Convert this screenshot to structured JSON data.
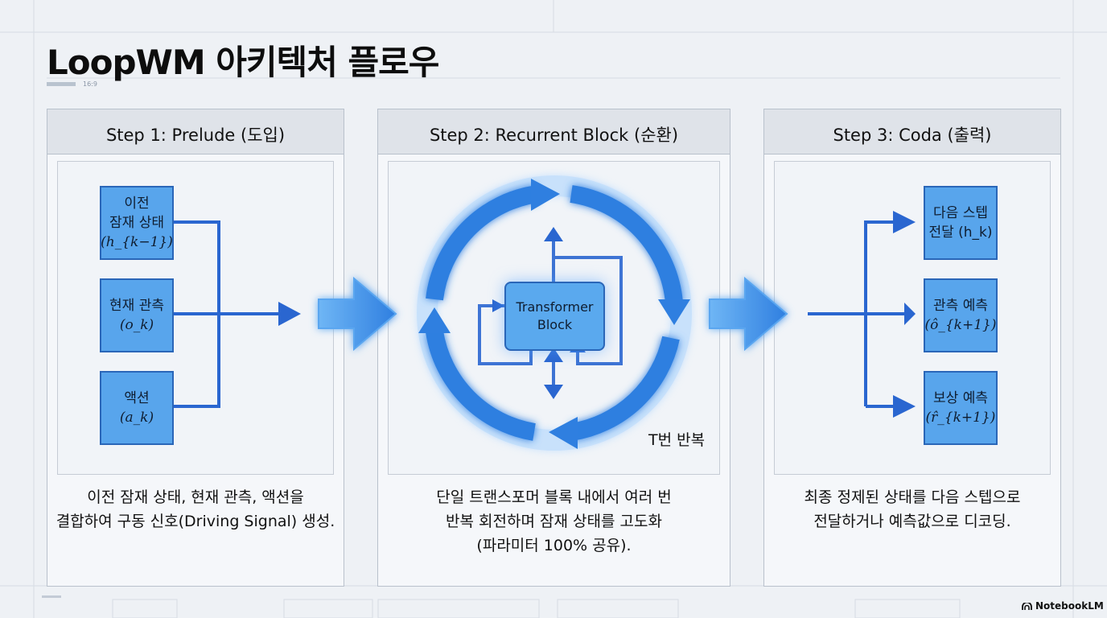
{
  "title": "LoopWM 아키텍처 플로우",
  "ratio_label": "16:9",
  "steps": [
    {
      "title": "Step 1: Prelude (도입)",
      "inputs": [
        {
          "lines": [
            "이전",
            "잠재 상태"
          ],
          "math": "(h_{k−1})"
        },
        {
          "lines": [
            "현재 관측"
          ],
          "math": "(o_k)"
        },
        {
          "lines": [
            "액션"
          ],
          "math": "(a_k)"
        }
      ],
      "description": [
        "이전 잠재 상태, 현재 관측, 액션을",
        "결합하여 구동 신호(Driving Signal) 생성."
      ]
    },
    {
      "title": "Step 2: Recurrent Block (순환)",
      "block_lines": [
        "Transformer",
        "Block"
      ],
      "repeat_label": "T번 반복",
      "description": [
        "단일 트랜스포머 블록 내에서 여러 번",
        "반복 회전하며 잠재 상태를 고도화",
        "(파라미터 100% 공유)."
      ]
    },
    {
      "title": "Step 3: Coda (출력)",
      "outputs": [
        {
          "lines": [
            "다음 스텝",
            "전달 (h_k)"
          ]
        },
        {
          "lines": [
            "관측 예측"
          ],
          "math": "(ô_{k+1})"
        },
        {
          "lines": [
            "보상 예측"
          ],
          "math": "(r̂_{k+1})"
        }
      ],
      "description": [
        "최종 정제된 상태를 다음 스텝으로",
        "전달하거나 예측값으로 디코딩."
      ]
    }
  ],
  "brand": "NotebookLM",
  "colors": {
    "box_fill": "#58a5ec",
    "box_border": "#2a66b8",
    "arrow": "#2a66d0",
    "glow": "#8cc4ff",
    "background": "#eef1f5"
  }
}
